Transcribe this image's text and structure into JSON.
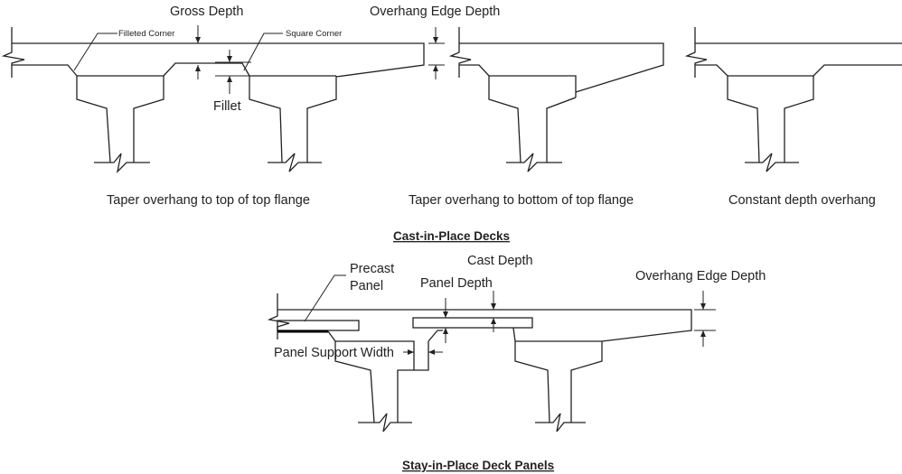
{
  "cast_in_place": {
    "heading": "Cast-in-Place Decks",
    "labels": {
      "gross_depth": "Gross Depth",
      "overhang_edge_depth": "Overhang Edge Depth",
      "filleted_corner": "Filleted Corner",
      "square_corner": "Square Corner",
      "fillet": "Fillet"
    },
    "captions": [
      "Taper overhang to top of top flange",
      "Taper overhang to bottom of top flange",
      "Constant depth overhang"
    ]
  },
  "stay_in_place": {
    "heading": "Stay-in-Place Deck Panels",
    "labels": {
      "precast_panel_line1": "Precast",
      "precast_panel_line2": "Panel",
      "cast_depth": "Cast Depth",
      "panel_depth": "Panel Depth",
      "overhang_edge_depth": "Overhang Edge Depth",
      "panel_support_width": "Panel Support Width"
    }
  }
}
